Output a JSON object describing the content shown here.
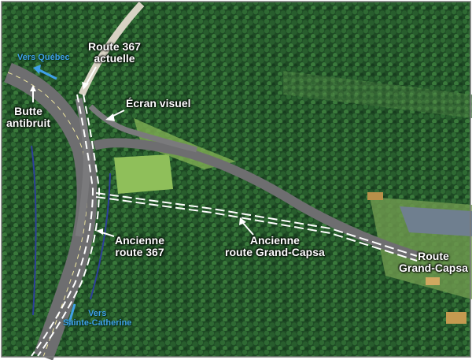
{
  "labels": {
    "route367_actuelle": [
      "Route 367",
      "actuelle"
    ],
    "butte_antibruit": [
      "Butte",
      "antibruit"
    ],
    "ecran_visuel": "Écran visuel",
    "ancienne_route367": [
      "Ancienne",
      "route 367"
    ],
    "ancienne_grand_capsa": [
      "Ancienne",
      "route Grand-Capsa"
    ],
    "route_grand_capsa": [
      "Route",
      "Grand-Capsa"
    ],
    "vers_quebec": "Vers Québec",
    "vers_sainte_catherine": [
      "Vers",
      "Sainte-Catherine"
    ]
  },
  "colors": {
    "forest_dark": "#173d1e",
    "forest_mid": "#2f6a33",
    "clearing": "#8fbf5a",
    "road": "#6e6e70",
    "water": "#6f7f8f",
    "label_white": "#ffffff",
    "label_blue": "#3fa0e8"
  }
}
